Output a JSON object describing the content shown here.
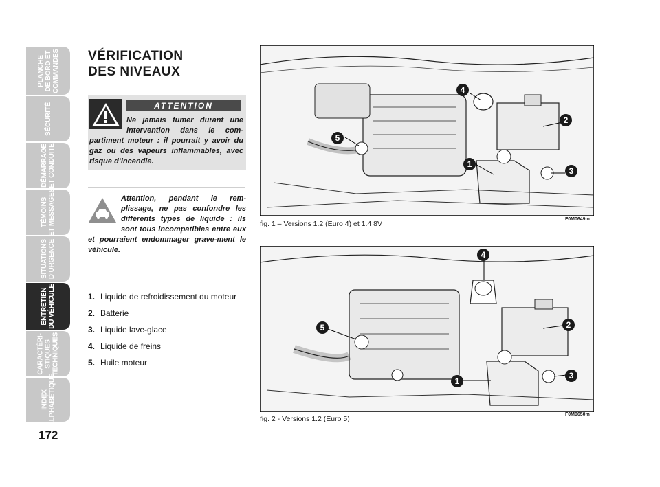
{
  "nav": {
    "tabs": [
      {
        "label": "PLANCHE\nDE BORD ET\nCOMMANDES",
        "active": false
      },
      {
        "label": "SÉCURITÉ",
        "active": false
      },
      {
        "label": "DÉMARRAGE\nET CONDUITE",
        "active": false
      },
      {
        "label": "TÉMOINS\nET MESSAGES",
        "active": false
      },
      {
        "label": "SITUATIONS\nD’URGENCE",
        "active": false
      },
      {
        "label": "ENTRETIEN\nDU VÉHICULE",
        "active": true
      },
      {
        "label": "CARACTÉRI-\nSTIQUES\nTECHNIQUES",
        "active": false
      },
      {
        "label": "INDEX\nALPHABÉTIQUE",
        "active": false
      }
    ],
    "active_color": "#2a2a2a",
    "inactive_color": "#c8c8c8"
  },
  "page_number": "172",
  "title": "VÉRIFICATION\nDES NIVEAUX",
  "warning": {
    "banner": "ATTENTION",
    "text": "Ne jamais fumer durant une intervention dans le com-partiment moteur : il pourrait y avoir du gaz ou des vapeurs inflammables, avec risque d’incendie.",
    "icon": "warning-triangle-icon"
  },
  "attention": {
    "text": "Attention, pendant le rem-plissage, ne pas confondre les différents types de liquide : ils sont tous incompatibles entre eux et pourraient endommager grave-ment le véhicule.",
    "icon": "car-warning-icon"
  },
  "legend": [
    {
      "num": "1.",
      "label": "Liquide de refroidissement du moteur"
    },
    {
      "num": "2.",
      "label": "Batterie"
    },
    {
      "num": "3.",
      "label": "Liquide lave-glace"
    },
    {
      "num": "4.",
      "label": "Liquide de freins"
    },
    {
      "num": "5.",
      "label": "Huile moteur"
    }
  ],
  "figures": [
    {
      "caption": "fig. 1 – Versions 1.2 (Euro 4) et 1.4 8V",
      "code": "F0M0649m",
      "callouts": [
        "1",
        "2",
        "3",
        "4",
        "5"
      ]
    },
    {
      "caption": "fig. 2 - Versions 1.2 (Euro 5)",
      "code": "F0M0650m",
      "callouts": [
        "1",
        "2",
        "3",
        "4",
        "5"
      ]
    }
  ]
}
